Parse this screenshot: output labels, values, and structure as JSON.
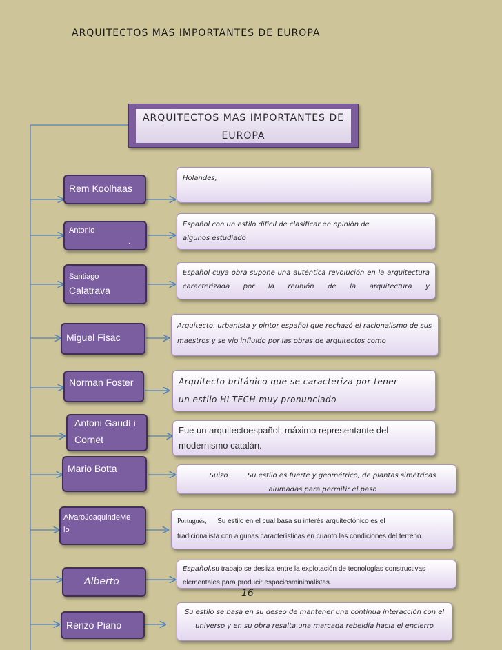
{
  "page_header": "ARQUITECTOS MAS IMPORTANTES DE EUROPA",
  "title_line1": "ARQUITECTOS MAS IMPORTANTES DE",
  "title_line2": "EUROPA",
  "page_number": "16",
  "colors": {
    "background": "#cdc499",
    "name_box": "#7b5e9f",
    "connector": "#4f81bd"
  },
  "architects": [
    {
      "name_lines": [
        "Rem Koolhaas"
      ],
      "description": "Holandes,"
    },
    {
      "name_lines": [
        "Antonio",
        "."
      ],
      "description": "Español con un estilo difícil de clasificar en opinión de algunos estudiado"
    },
    {
      "name_lines": [
        "Santiago",
        "Calatrava"
      ],
      "description": "Español cuya obra supone una auténtica revolución en la arquitectura caracterizada por la reunión de la arquitectura y"
    },
    {
      "name_lines": [
        "Miguel Fisac"
      ],
      "description": "Arquitecto, urbanista y pintor español que rechazó el racionalismo de sus maestros y se vio influido por las obras de arquitectos como"
    },
    {
      "name_lines": [
        "Norman Foster"
      ],
      "description": "Arquitecto británico que se caracteriza por tener un estilo HI-TECH muy pronunciado"
    },
    {
      "name_lines": [
        "Antoni Gaudí i",
        "Cornet"
      ],
      "description": "Fue un arquitectoespañol, máximo representante del modernismo catalán."
    },
    {
      "name_lines": [
        "Mario Botta"
      ],
      "description_prefix": "Suizo",
      "description": "Su estilo es fuerte y geométrico, de plantas simétricas alumadas para permitir el paso"
    },
    {
      "name_lines": [
        "AlvaroJoaquindeMe",
        "lo"
      ],
      "description_prefix": "Portugués,",
      "description": "Su estilo en el cual basa su interés arquitectónico es el tradicionalista con algunas características en cuanto las condiciones del terreno."
    },
    {
      "name_lines": [
        "Alberto"
      ],
      "description_prefix": "Español,",
      "description": "su trabajo se desliza entre la explotación de tecnologías constructivas elementales para producir espaciosminimalistas."
    },
    {
      "name_lines": [
        "Renzo Piano"
      ],
      "description": "Su estilo se basa en su deseo de mantener una continua interacción con el universo y en su obra resalta una marcada rebeldía hacia el encierro"
    }
  ]
}
